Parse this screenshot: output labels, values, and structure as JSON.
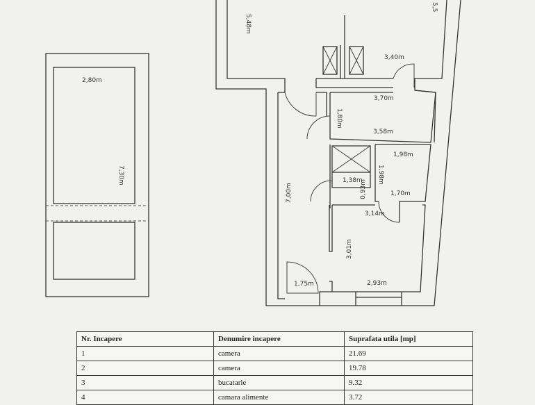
{
  "floor_plan": {
    "dimensions": {
      "top_left_vertical": "5,48m",
      "top_right_vertical": "5,5",
      "hall_top": "3,40m",
      "room_width_top": "3,70m",
      "room_height": "1,80m",
      "room_width_bottom": "3,58m",
      "bath_width": "1,98m",
      "bath_height": "1,98m",
      "bath_bottom": "1,70m",
      "pantry_width": "1,38m",
      "pantry_height": "0,93m",
      "corridor_length": "7,00m",
      "kitchen_top": "3,14m",
      "kitchen_height": "3,01m",
      "kitchen_width": "2,93m",
      "entry_width": "1,75m",
      "annex_width": "2,80m",
      "annex_height": "7,30m"
    }
  },
  "table": {
    "headers": [
      "Nr. Incapere",
      "Denumire incapere",
      "Suprafata utila [mp]"
    ],
    "rows": [
      [
        "1",
        "camera",
        "21.69"
      ],
      [
        "2",
        "camera",
        "19.78"
      ],
      [
        "3",
        "bucatarie",
        "9.32"
      ],
      [
        "4",
        "camara alimente",
        "3.72"
      ]
    ]
  }
}
